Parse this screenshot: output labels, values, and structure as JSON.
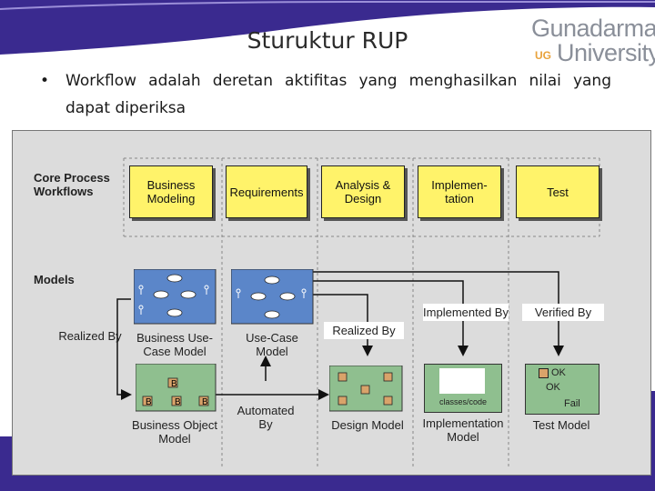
{
  "slide": {
    "title": "Sturuktur RUP",
    "bullet_line1": "Workflow adalah deretan aktifitas yang menghasilkan nilai yang",
    "bullet_line2": "dapat diperiksa"
  },
  "logo": {
    "line1": "Gunadarma",
    "line2": "University",
    "badge": "UG"
  },
  "diagram": {
    "section_workflows": "Core Process Workflows",
    "section_models": "Models",
    "workflows": [
      "Business Modeling",
      "Requirements",
      "Analysis & Design",
      "Implemen-tation",
      "Test"
    ],
    "labels": {
      "realized_by_left": "Realized By",
      "business_use_case_model": "Business Use-Case Model",
      "use_case_model": "Use-Case Model",
      "realized_by": "Realized By",
      "implemented_by": "Implemented By",
      "verified_by": "Verified By",
      "business_object_model": "Business Object Model",
      "automated_by": "Automated By",
      "design_model": "Design Model",
      "implementation_model": "Implementation Model",
      "test_model": "Test Model",
      "classes_code": "classes/code",
      "ok1": "OK",
      "ok2": "OK",
      "fail": "Fail",
      "b": "B"
    }
  },
  "colors": {
    "accent_band": "#3a2a8f",
    "workflow_box": "#fff36a",
    "model_box": "#5b86c9",
    "object_box": "#8fbf8f"
  }
}
